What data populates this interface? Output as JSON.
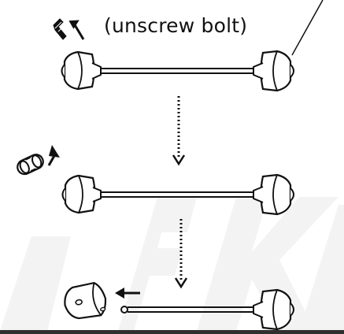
{
  "caption": {
    "text": "(unscrew bolt)"
  },
  "colors": {
    "ink": "#111111",
    "watermark": "#f3f3f3",
    "rule": "#2f2f2f"
  },
  "icons": {
    "bolt": "bolt-icon",
    "spacer": "spacer-icon",
    "arrow_up": "arrow-up-icon",
    "arrow_down": "arrow-down-icon",
    "arrow_left": "arrow-left-icon",
    "weight": "bar-end-weight-icon"
  },
  "steps": [
    {
      "name": "step-1-assembled-bar"
    },
    {
      "name": "step-2-spacer-removed"
    },
    {
      "name": "step-3-weight-removed"
    }
  ]
}
